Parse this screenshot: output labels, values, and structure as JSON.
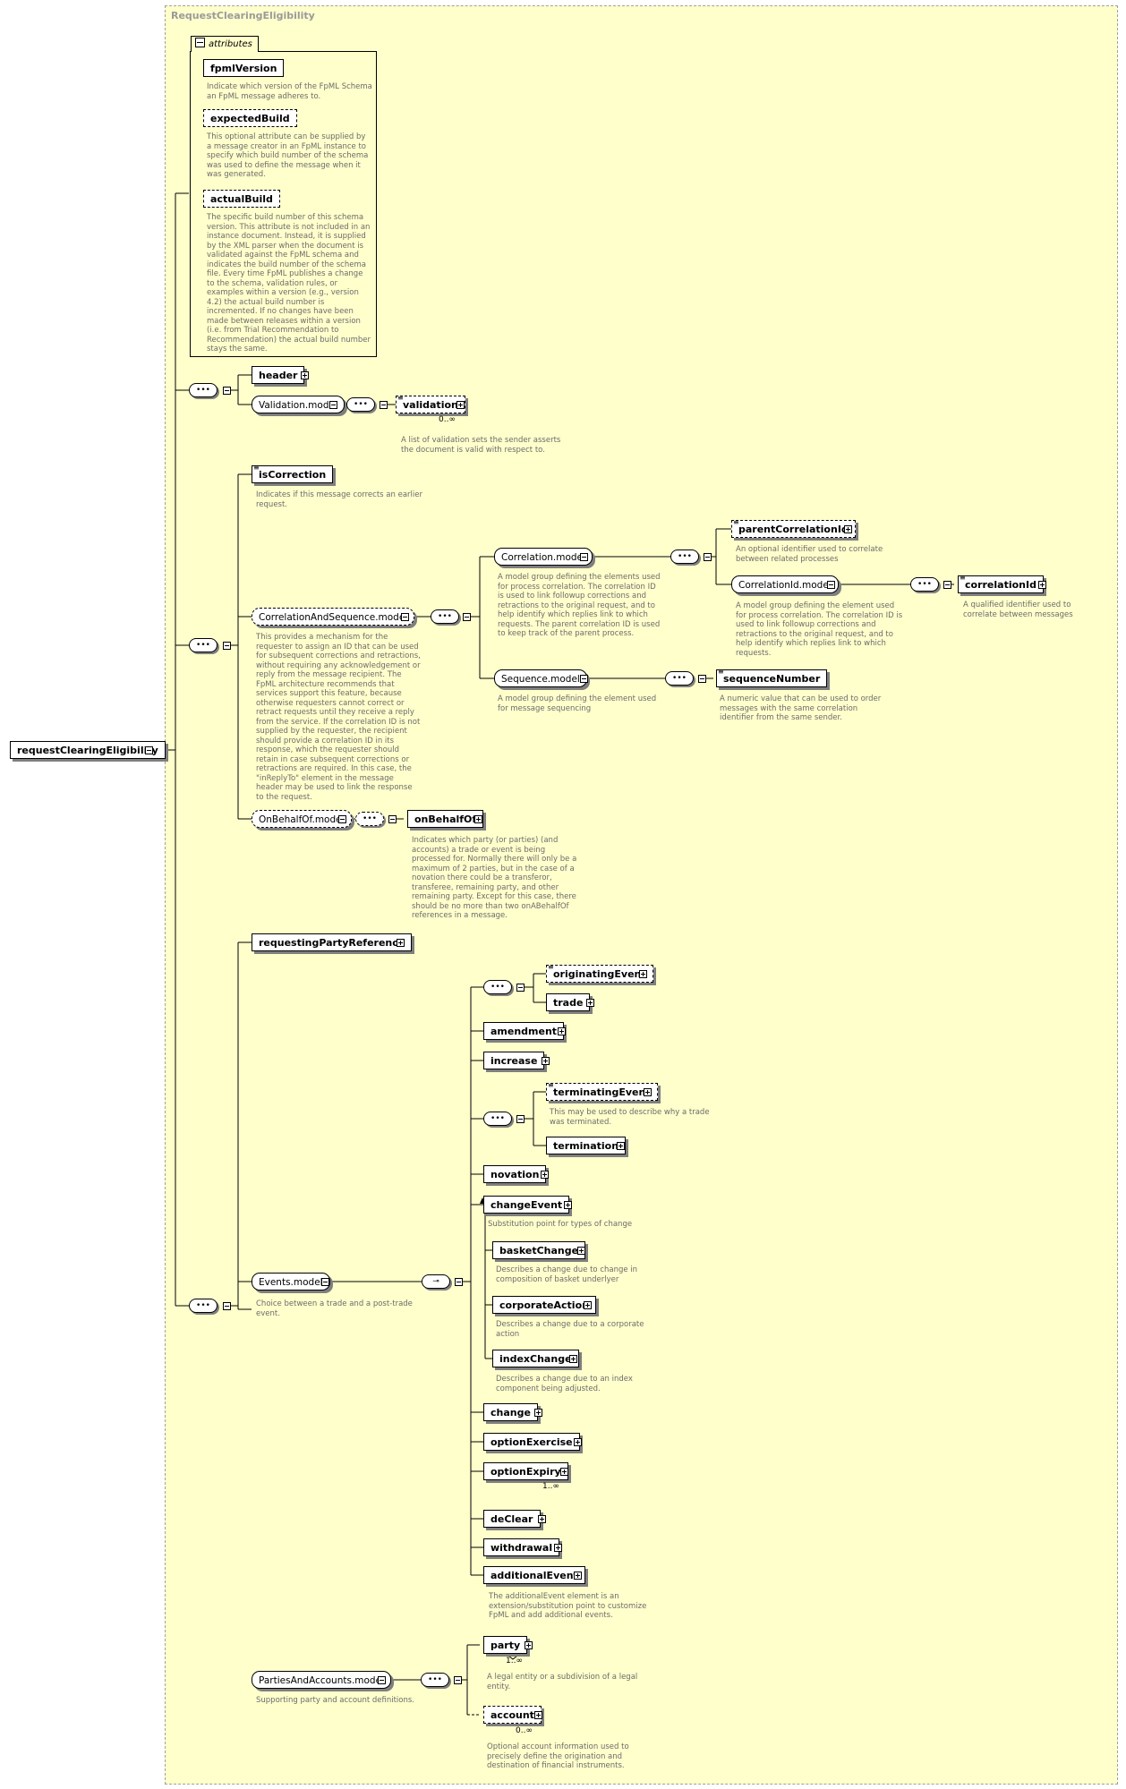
{
  "frame": {
    "title": "RequestClearingEligibility"
  },
  "root": {
    "label": "requestClearingEligibility"
  },
  "attributes": {
    "tab_label": "attributes",
    "items": [
      {
        "name": "fpmlVersion",
        "desc": "Indicate which version of the FpML Schema an FpML message adheres to."
      },
      {
        "name": "expectedBuild",
        "desc": "This optional attribute can be supplied by a message creator in an FpML instance to specify which build number of the schema was used to define the message when it was generated."
      },
      {
        "name": "actualBuild",
        "desc": "The specific build number of this schema version. This attribute is not included in an instance document. Instead, it is supplied by the XML parser when the document is validated against the FpML schema and indicates the build number of the schema file. Every time FpML publishes a change to the schema, validation rules, or examples within a version (e.g., version 4.2) the actual build number is incremented. If no changes have been made between releases within a version (i.e. from Trial Recommendation to Recommendation) the actual build number stays the same."
      }
    ]
  },
  "nodes": {
    "header": {
      "label": "header"
    },
    "validation_model": {
      "label": "Validation.model"
    },
    "validation": {
      "label": "validation",
      "card": "0..∞",
      "desc": "A list of validation sets the sender asserts the document is valid with respect to."
    },
    "is_correction": {
      "label": "isCorrection",
      "desc": "Indicates if this message corrects an earlier request."
    },
    "corr_seq_model": {
      "label": "CorrelationAndSequence.model",
      "desc": "This provides a mechanism for the requester to assign an ID that can be used for subsequent corrections and retractions, without requiring any acknowledgement or reply from the message recipient. The FpML architecture recommends that services support this feature, because otherwise requesters cannot correct or retract requests until they receive a reply from the service. If the correlation ID is not supplied by the requester, the recipient should provide a correlation ID in its response, which the requester should retain in case subsequent corrections or retractions are required. In this case, the \"inReplyTo\" element in the message header may be used to link the response to the request."
    },
    "correlation_model": {
      "label": "Correlation.model",
      "desc": "A model group defining the elements used for process correlation. The correlation ID is used to link followup corrections and retractions to the original request, and to help identify which replies link to which requests. The parent correlation ID is used to keep track of the parent process."
    },
    "parent_correlation_id": {
      "label": "parentCorrelationId",
      "desc": "An optional identifier used to correlate between related processes"
    },
    "correlation_id_model": {
      "label": "CorrelationId.model",
      "desc": "A model group defining the element used for process correlation. The correlation ID is used to link followup corrections and retractions to the original request, and to help identify which replies link to which requests."
    },
    "correlation_id": {
      "label": "correlationId",
      "desc": "A qualified identifier used to correlate between messages"
    },
    "sequence_model": {
      "label": "Sequence.model",
      "desc": "A model group defining the element used for message sequencing"
    },
    "sequence_number": {
      "label": "sequenceNumber",
      "desc": "A numeric value that can be used to order messages with the same correlation identifier from the same sender."
    },
    "on_behalf_of_model": {
      "label": "OnBehalfOf.model"
    },
    "on_behalf_of": {
      "label": "onBehalfOf",
      "desc": "Indicates which party (or parties) (and accounts) a trade or event is being processed for. Normally there will only be a maximum of 2 parties, but in the case of a novation there could be a transferor, transferee, remaining party, and other remaining party. Except for this case, there should be no more than two onABehalfOf references in a message."
    },
    "requesting_party_reference": {
      "label": "requestingPartyReference"
    },
    "events_model": {
      "label": "Events.model",
      "desc": "Choice between a trade and a post-trade event."
    },
    "originating_event": {
      "label": "originatingEvent"
    },
    "trade": {
      "label": "trade"
    },
    "amendment": {
      "label": "amendment"
    },
    "increase": {
      "label": "increase"
    },
    "terminating_event": {
      "label": "terminatingEvent",
      "desc": "This may be used to describe why a trade was terminated."
    },
    "termination": {
      "label": "termination"
    },
    "novation": {
      "label": "novation"
    },
    "change_event": {
      "label": "changeEvent",
      "desc": "Substitution point for types of change"
    },
    "basket_change": {
      "label": "basketChange",
      "desc": "Describes a change due to change in composition of basket underlyer"
    },
    "corporate_action": {
      "label": "corporateAction",
      "desc": "Describes a change due to a corporate action"
    },
    "index_change": {
      "label": "indexChange",
      "desc": "Describes a change due to an index component being adjusted."
    },
    "change": {
      "label": "change"
    },
    "option_exercise": {
      "label": "optionExercise"
    },
    "option_expiry": {
      "label": "optionExpiry",
      "card": "1..∞"
    },
    "de_clear": {
      "label": "deClear"
    },
    "withdrawal": {
      "label": "withdrawal"
    },
    "additional_event": {
      "label": "additionalEvent",
      "desc": "The additionalEvent element is an extension/substitution point to customize FpML and add additional events."
    },
    "parties_accounts_model": {
      "label": "PartiesAndAccounts.model",
      "desc": "Supporting party and account definitions."
    },
    "party": {
      "label": "party",
      "card": "1..∞",
      "desc": "A legal entity or a subdivision of a legal entity."
    },
    "account": {
      "label": "account",
      "card": "0..∞",
      "desc": "Optional account information used to precisely define the origination and destination of financial instruments."
    }
  },
  "glyphs": {
    "sequence": "•••",
    "choice": "⊸",
    "tag": "≡"
  }
}
